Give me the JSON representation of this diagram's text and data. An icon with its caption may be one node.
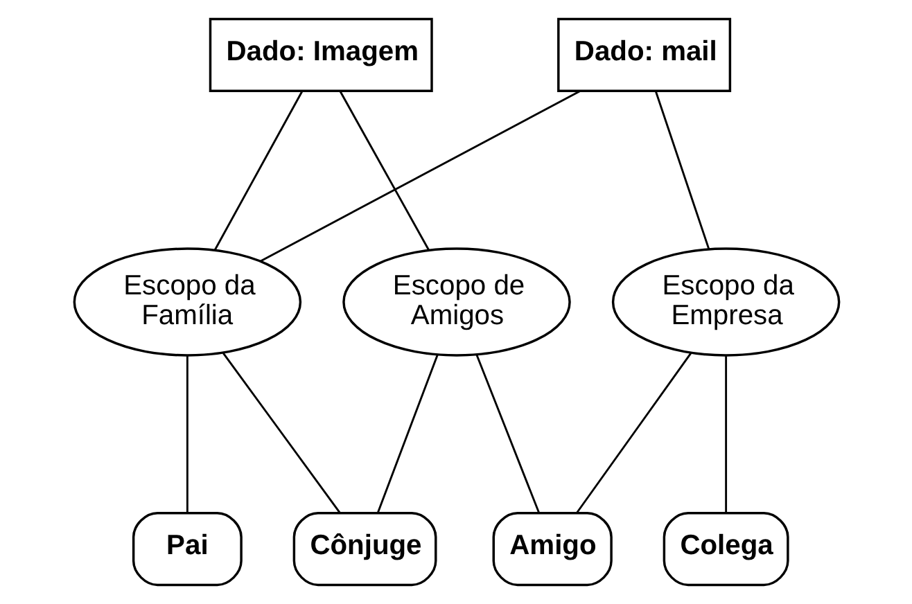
{
  "diagram": {
    "nodes": [
      {
        "text": [
          "Dado: Imagem"
        ]
      },
      {
        "text": [
          "Dado: mail"
        ]
      },
      {
        "text": [
          "Escopo de Amigos"
        ]
      },
      {
        "text": [
          "Escopo da Família"
        ]
      },
      {
        "text": [
          "Escopo da Empresa"
        ]
      },
      {
        "text": [
          "Cônjuge"
        ]
      },
      {
        "text": [
          "Pai"
        ]
      },
      {
        "text": [
          "Amigo"
        ]
      },
      {
        "text": [
          "Colega"
        ]
      }
    ],
    "edges": [
      {
        "from": 0,
        "to": 2,
        "arrow": "none"
      },
      {
        "from": 0,
        "to": 3,
        "arrow": "none"
      },
      {
        "from": 1,
        "to": 3,
        "arrow": "none"
      },
      {
        "from": 1,
        "to": 4,
        "arrow": "none"
      },
      {
        "from": 2,
        "to": 5,
        "arrow": "none"
      },
      {
        "from": 2,
        "to": 7,
        "arrow": "none"
      },
      {
        "from": 3,
        "to": 5,
        "arrow": "none"
      },
      {
        "from": 3,
        "to": 6,
        "arrow": "none"
      },
      {
        "from": 4,
        "to": 7,
        "arrow": "none"
      },
      {
        "from": 4,
        "to": 8,
        "arrow": "none"
      }
    ]
  }
}
